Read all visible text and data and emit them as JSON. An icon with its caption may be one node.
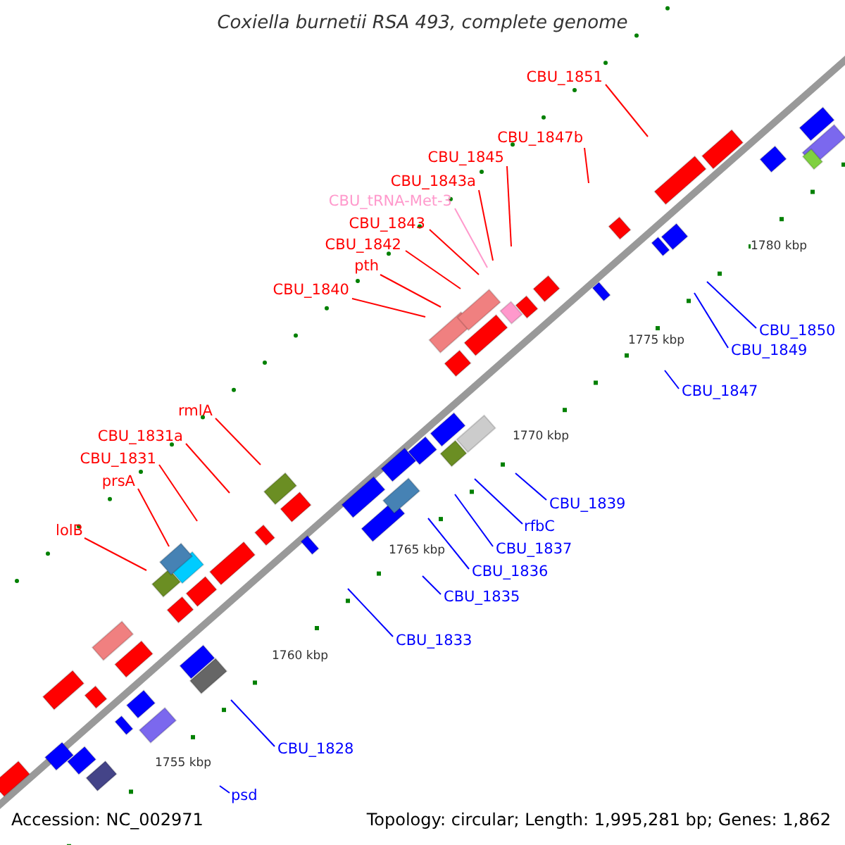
{
  "diagram": {
    "title": "Coxiella burnetii RSA 493, complete genome",
    "nodes": [
      {
        "text": [
          "CBU_1851"
        ]
      },
      {
        "text": [
          "CBU_1847b"
        ]
      },
      {
        "text": [
          "CBU_1845"
        ]
      },
      {
        "text": [
          "CBU_1843a"
        ]
      },
      {
        "text": [
          "CBU_tRNA-Met-3"
        ]
      },
      {
        "text": [
          "CBU_1843"
        ]
      },
      {
        "text": [
          "CBU_1842"
        ]
      },
      {
        "text": [
          "pth"
        ]
      },
      {
        "text": [
          "CBU_1840"
        ]
      },
      {
        "text": [
          "rmlA"
        ]
      },
      {
        "text": [
          "CBU_1831a"
        ]
      },
      {
        "text": [
          "CBU_1831"
        ]
      },
      {
        "text": [
          "prsA"
        ]
      },
      {
        "text": [
          "lolB"
        ]
      },
      {
        "text": [
          "CBU_1850"
        ]
      },
      {
        "text": [
          "CBU_1849"
        ]
      },
      {
        "text": [
          "CBU_1847"
        ]
      },
      {
        "text": [
          "CBU_1839"
        ]
      },
      {
        "text": [
          "rfbC"
        ]
      },
      {
        "text": [
          "CBU_1837"
        ]
      },
      {
        "text": [
          "CBU_1836"
        ]
      },
      {
        "text": [
          "CBU_1835"
        ]
      },
      {
        "text": [
          "CBU_1833"
        ]
      },
      {
        "text": [
          "CBU_1828"
        ]
      },
      {
        "text": [
          "psd"
        ]
      }
    ],
    "edges": [
      {
        "from": 0,
        "to": null,
        "arrow": "none"
      },
      {
        "from": 1,
        "to": null,
        "arrow": "none"
      },
      {
        "from": 2,
        "to": null,
        "arrow": "none"
      },
      {
        "from": 3,
        "to": null,
        "arrow": "none"
      },
      {
        "from": 4,
        "to": null,
        "arrow": "none",
        "color": "#ff99cc"
      },
      {
        "from": 5,
        "to": null,
        "arrow": "none"
      },
      {
        "from": 6,
        "to": null,
        "arrow": "none"
      },
      {
        "from": 7,
        "to": null,
        "arrow": "none"
      },
      {
        "from": 8,
        "to": null,
        "arrow": "none"
      },
      {
        "from": 9,
        "to": null,
        "arrow": "none"
      },
      {
        "from": 10,
        "to": null,
        "arrow": "none"
      },
      {
        "from": 11,
        "to": null,
        "arrow": "none"
      },
      {
        "from": 12,
        "to": null,
        "arrow": "none"
      },
      {
        "from": 13,
        "to": null,
        "arrow": "none"
      },
      {
        "from": 14,
        "to": null,
        "arrow": "none",
        "color": "#0000ff"
      },
      {
        "from": 15,
        "to": null,
        "arrow": "none",
        "color": "#0000ff"
      },
      {
        "from": 16,
        "to": null,
        "arrow": "none",
        "color": "#0000ff"
      },
      {
        "from": 17,
        "to": null,
        "arrow": "none",
        "color": "#0000ff"
      },
      {
        "from": 18,
        "to": null,
        "arrow": "none",
        "color": "#0000ff"
      },
      {
        "from": 19,
        "to": null,
        "arrow": "none",
        "color": "#0000ff"
      },
      {
        "from": 20,
        "to": null,
        "arrow": "none",
        "color": "#0000ff"
      },
      {
        "from": 21,
        "to": null,
        "arrow": "none",
        "color": "#0000ff"
      },
      {
        "from": 22,
        "to": null,
        "arrow": "none",
        "color": "#0000ff"
      },
      {
        "from": 23,
        "to": null,
        "arrow": "none",
        "color": "#0000ff"
      },
      {
        "from": 24,
        "to": null,
        "arrow": "none",
        "color": "#0000ff"
      }
    ],
    "labels": [
      "1780 kbp",
      "1775 kbp",
      "1770 kbp",
      "1765 kbp",
      "1760 kbp",
      "1755 kbp",
      "Accession: NC_002971",
      "Topology: circular; Length: 1,995,281 bp; Genes: 1,862"
    ]
  }
}
